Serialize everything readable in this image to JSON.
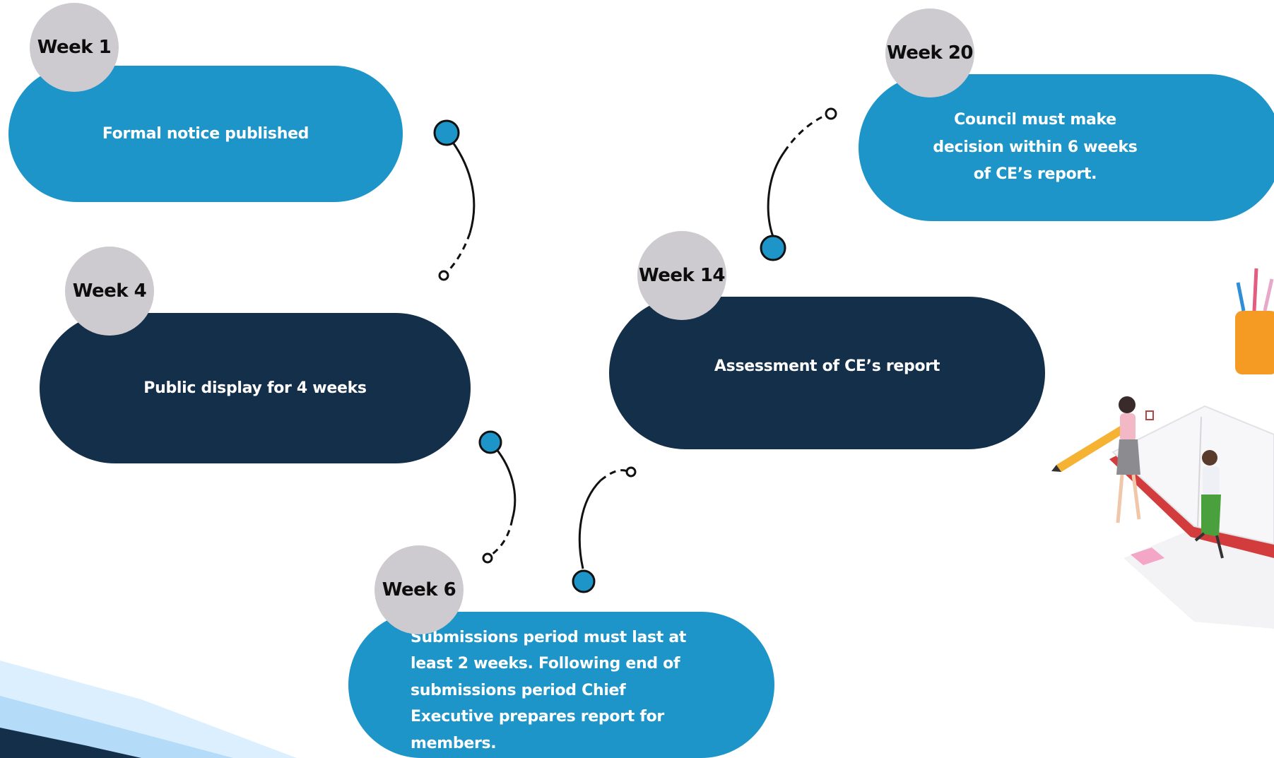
{
  "steps": [
    {
      "week": "Week 1",
      "text": "Formal notice published"
    },
    {
      "week": "Week 4",
      "text": "Public display for 4 weeks"
    },
    {
      "week": "Week 6",
      "text": "Submissions period must last at least 2 weeks. Following end of submissions period Chief Executive prepares report for members."
    },
    {
      "week": "Week 14",
      "text": "Assessment of CE’s report"
    },
    {
      "week": "Week 20",
      "text": "Council must make decision within 6 weeks of CE’s report."
    }
  ],
  "colors": {
    "light_pill": "#1e95c9",
    "dark_pill": "#142f4a",
    "week_circle": "#cdcbcf",
    "connector_dot": "#1e95c9"
  },
  "illustration": "people-reading-book-with-pencil-cup-illustration"
}
